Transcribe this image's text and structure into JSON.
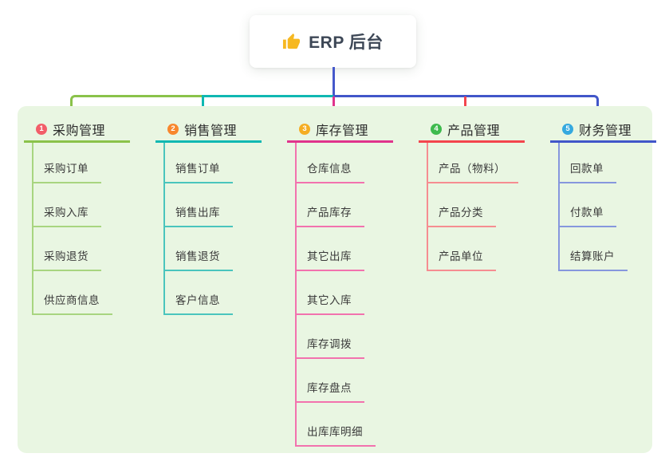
{
  "root": {
    "title": "ERP 后台",
    "icon": "thumbs-up-icon",
    "icon_color": "#f6b821"
  },
  "colors": {
    "board_bg": "#e9f6e2",
    "stem": "#4558cb"
  },
  "branches": [
    {
      "num": "1",
      "label": "采购管理",
      "badge_color": "#f25e69",
      "line_color": "#8ac24a",
      "child_line_color": "#a8d580",
      "children": [
        "采购订单",
        "采购入库",
        "采购退货",
        "供应商信息"
      ]
    },
    {
      "num": "2",
      "label": "销售管理",
      "badge_color": "#f8872d",
      "line_color": "#0fb8b2",
      "child_line_color": "#4ac5bd",
      "children": [
        "销售订单",
        "销售出库",
        "销售退货",
        "客户信息"
      ]
    },
    {
      "num": "3",
      "label": "库存管理",
      "badge_color": "#f5ad23",
      "line_color": "#e0338c",
      "child_line_color": "#f272ae",
      "children": [
        "仓库信息",
        "产品库存",
        "其它出库",
        "其它入库",
        "库存调拨",
        "库存盘点",
        "出库库明细"
      ]
    },
    {
      "num": "4",
      "label": "产品管理",
      "badge_color": "#3eba4d",
      "line_color": "#f3454d",
      "child_line_color": "#f68d91",
      "children": [
        "产品（物料）",
        "产品分类",
        "产品单位"
      ]
    },
    {
      "num": "5",
      "label": "财务管理",
      "badge_color": "#35a9df",
      "line_color": "#4156c9",
      "child_line_color": "#8697dd",
      "children": [
        "回款单",
        "付款单",
        "结算账户"
      ]
    }
  ]
}
